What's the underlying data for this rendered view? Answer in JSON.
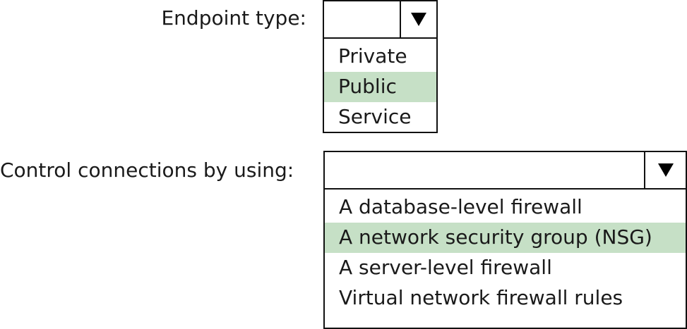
{
  "endpoint": {
    "label": "Endpoint type:",
    "options": [
      "Private",
      "Public",
      "Service"
    ],
    "highlighted_index": 1
  },
  "control": {
    "label": "Control connections by using:",
    "options": [
      "A database-level firewall",
      "A network security group (NSG)",
      "A server-level firewall",
      "Virtual network firewall rules"
    ],
    "highlighted_index": 1
  },
  "colors": {
    "highlight": "#c6e0c6",
    "border": "#111111"
  },
  "icons": {
    "dropdown_arrow": "triangle-down-icon"
  }
}
